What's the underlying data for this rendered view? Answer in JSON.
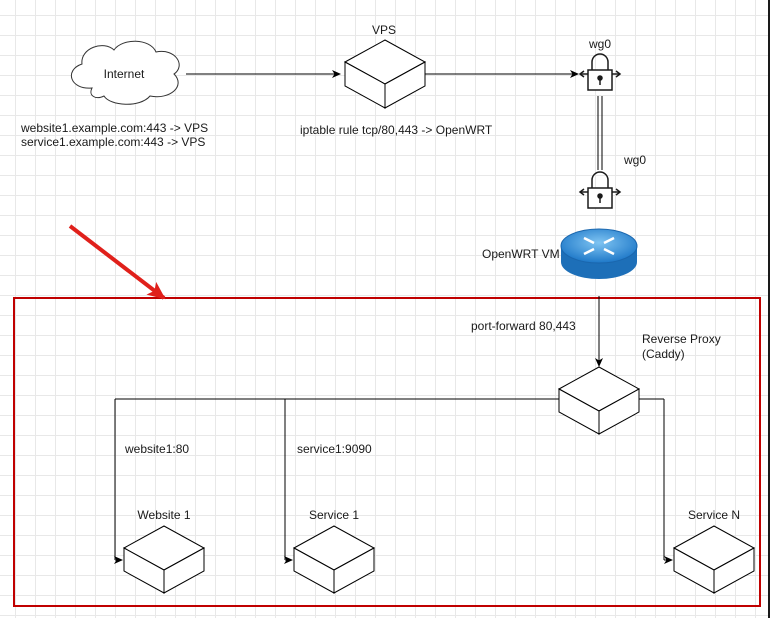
{
  "nodes": {
    "internet": "Internet",
    "vps": "VPS",
    "wg0_top": "wg0",
    "wg0_bottom": "wg0",
    "openwrt": "OpenWRT VM",
    "reverse_proxy_line1": "Reverse Proxy",
    "reverse_proxy_line2": "(Caddy)",
    "website1": "Website 1",
    "service1": "Service 1",
    "serviceN": "Service N"
  },
  "edge_labels": {
    "dns_line1": "website1.example.com:443 -> VPS",
    "dns_line2": "service1.example.com:443 -> VPS",
    "iptable": "iptable rule tcp/80,443 -> OpenWRT",
    "port_forward": "port-forward 80,443",
    "website1_port": "website1:80",
    "service1_port": "service1:9090"
  },
  "colors": {
    "highlight_border": "#c00000",
    "arrow_annotation": "#e0201b",
    "router_blue": "#2e8fd6",
    "line": "#000000"
  }
}
